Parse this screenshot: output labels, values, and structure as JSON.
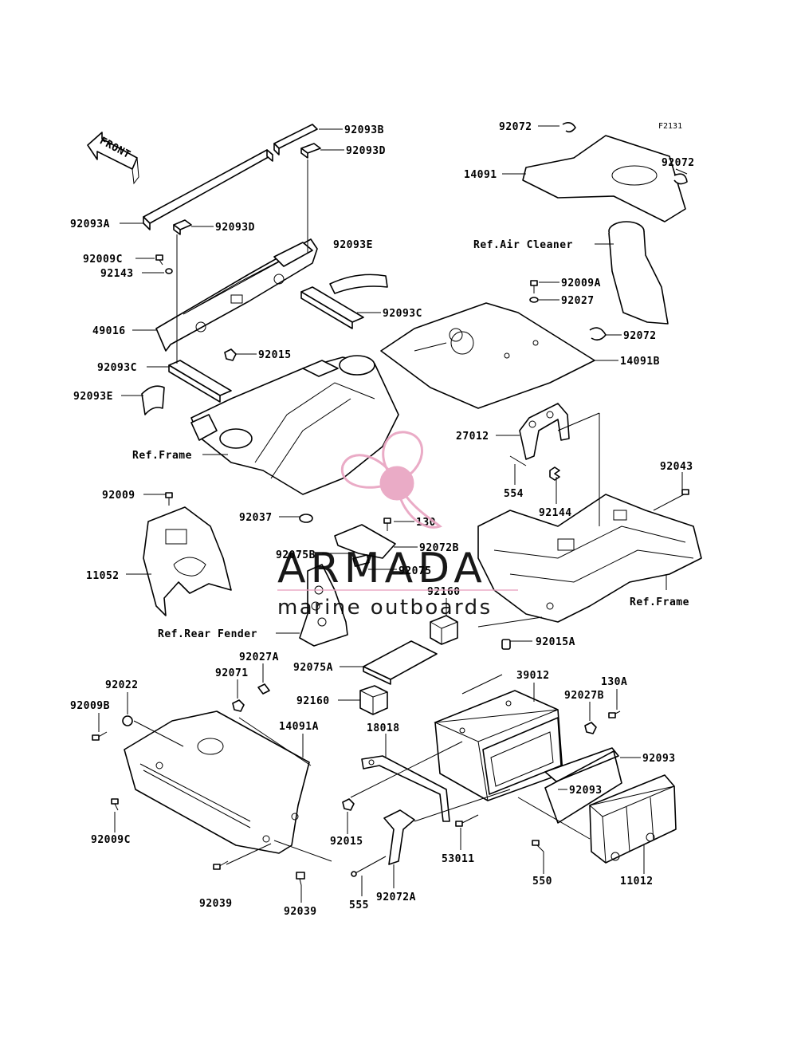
{
  "diagram": {
    "figure_code": "F2131",
    "front_label": "FRONT",
    "labels": [
      {
        "id": "92093B",
        "text": "92093B"
      },
      {
        "id": "92093D_top",
        "text": "92093D"
      },
      {
        "id": "92072_top",
        "text": "92072"
      },
      {
        "id": "14091",
        "text": "14091"
      },
      {
        "id": "92072_right",
        "text": "92072"
      },
      {
        "id": "92093A",
        "text": "92093A"
      },
      {
        "id": "92093D_mid",
        "text": "92093D"
      },
      {
        "id": "ref_air_cleaner",
        "text": "Ref.Air Cleaner"
      },
      {
        "id": "92009C_top",
        "text": "92009C"
      },
      {
        "id": "92143",
        "text": "92143"
      },
      {
        "id": "92093E_top",
        "text": "92093E"
      },
      {
        "id": "92009A",
        "text": "92009A"
      },
      {
        "id": "92027",
        "text": "92027"
      },
      {
        "id": "92093C_right",
        "text": "92093C"
      },
      {
        "id": "92072_mid",
        "text": "92072"
      },
      {
        "id": "49016",
        "text": "49016"
      },
      {
        "id": "92015_top",
        "text": "92015"
      },
      {
        "id": "14091B",
        "text": "14091B"
      },
      {
        "id": "92093C_left",
        "text": "92093C"
      },
      {
        "id": "92093E_left",
        "text": "92093E"
      },
      {
        "id": "27012",
        "text": "27012"
      },
      {
        "id": "92043",
        "text": "92043"
      },
      {
        "id": "ref_frame_left",
        "text": "Ref.Frame"
      },
      {
        "id": "554",
        "text": "554"
      },
      {
        "id": "92009",
        "text": "92009"
      },
      {
        "id": "92144",
        "text": "92144"
      },
      {
        "id": "92037",
        "text": "92037"
      },
      {
        "id": "130",
        "text": "130"
      },
      {
        "id": "92072B",
        "text": "92072B"
      },
      {
        "id": "92075B",
        "text": "92075B"
      },
      {
        "id": "92075",
        "text": "92075"
      },
      {
        "id": "11052",
        "text": "11052"
      },
      {
        "id": "92160_top",
        "text": "92160"
      },
      {
        "id": "ref_frame_right",
        "text": "Ref.Frame"
      },
      {
        "id": "ref_rear_fender",
        "text": "Ref.Rear Fender"
      },
      {
        "id": "92015A",
        "text": "92015A"
      },
      {
        "id": "92027A",
        "text": "92027A"
      },
      {
        "id": "92075A",
        "text": "92075A"
      },
      {
        "id": "39012",
        "text": "39012"
      },
      {
        "id": "130A",
        "text": "130A"
      },
      {
        "id": "92022",
        "text": "92022"
      },
      {
        "id": "92071",
        "text": "92071"
      },
      {
        "id": "92027B",
        "text": "92027B"
      },
      {
        "id": "92160_bottom",
        "text": "92160"
      },
      {
        "id": "92009B",
        "text": "92009B"
      },
      {
        "id": "14091A",
        "text": "14091A"
      },
      {
        "id": "18018",
        "text": "18018"
      },
      {
        "id": "92093_right",
        "text": "92093"
      },
      {
        "id": "92093_inner",
        "text": "92093"
      },
      {
        "id": "92009C_bottom",
        "text": "92009C"
      },
      {
        "id": "92015_bottom",
        "text": "92015"
      },
      {
        "id": "53011",
        "text": "53011"
      },
      {
        "id": "550",
        "text": "550"
      },
      {
        "id": "11012",
        "text": "11012"
      },
      {
        "id": "92039_left",
        "text": "92039"
      },
      {
        "id": "92039_right",
        "text": "92039"
      },
      {
        "id": "555",
        "text": "555"
      },
      {
        "id": "92072A",
        "text": "92072A"
      }
    ]
  },
  "watermark": {
    "brand": "ARMADA",
    "tagline": "marine outboards",
    "brand_color": "#e8a3c0",
    "text_color": "#8a8a8a"
  }
}
